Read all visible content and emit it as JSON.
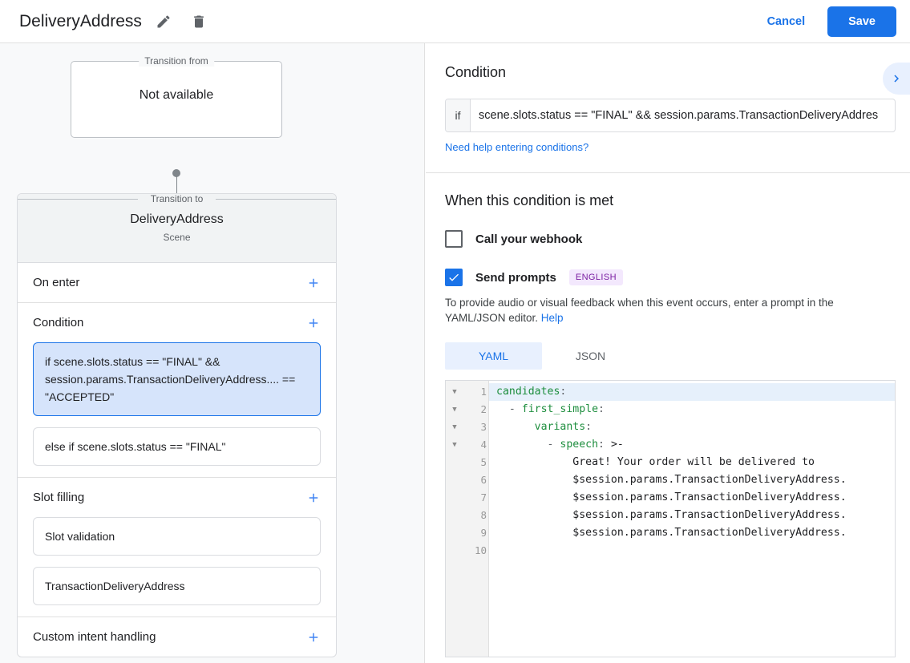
{
  "header": {
    "title": "DeliveryAddress",
    "edit_icon": "pencil-icon",
    "delete_icon": "trash-icon",
    "cancel_label": "Cancel",
    "save_label": "Save",
    "save_bg": "#1a73e8",
    "link_color": "#1a73e8"
  },
  "left": {
    "transition_from": {
      "legend": "Transition from",
      "value": "Not available"
    },
    "transition_to": {
      "legend": "Transition to",
      "name": "DeliveryAddress",
      "type": "Scene"
    },
    "sections": [
      {
        "title": "On enter",
        "add_label": "+",
        "items": []
      },
      {
        "title": "Condition",
        "add_label": "+",
        "items": [
          {
            "text": "if scene.slots.status == \"FINAL\" && session.params.TransactionDeliveryAddress.... == \"ACCEPTED\"",
            "selected": true
          },
          {
            "text": "else if scene.slots.status == \"FINAL\"",
            "selected": false
          }
        ]
      },
      {
        "title": "Slot filling",
        "add_label": "+",
        "items": [
          {
            "text": "Slot validation",
            "selected": false
          },
          {
            "text": "TransactionDeliveryAddress",
            "selected": false
          }
        ]
      },
      {
        "title": "Custom intent handling",
        "add_label": "+",
        "items": []
      }
    ]
  },
  "right": {
    "condition": {
      "heading": "Condition",
      "if_label": "if",
      "value": "scene.slots.status == \"FINAL\" && session.params.TransactionDeliveryAddres",
      "placeholder": "Enter condition",
      "help_link": "Need help entering conditions?",
      "expand_icon": "chevron-right-icon"
    },
    "when_met": {
      "heading": "When this condition is met",
      "webhook": {
        "label": "Call your webhook",
        "checked": false
      },
      "prompts": {
        "label": "Send prompts",
        "checked": true,
        "badge": "ENGLISH"
      },
      "description": "To provide audio or visual feedback when this event occurs, enter a prompt in the YAML/JSON editor. ",
      "help_label": "Help"
    },
    "editor": {
      "tabs": [
        {
          "label": "YAML",
          "active": true
        },
        {
          "label": "JSON",
          "active": false
        }
      ],
      "lines": [
        {
          "n": "1",
          "fold": true,
          "highlight": true,
          "indent": "",
          "key": "candidates",
          "colon": ":",
          "rest": ""
        },
        {
          "n": "2",
          "fold": true,
          "highlight": false,
          "indent": "  - ",
          "key": "first_simple",
          "colon": ":",
          "rest": ""
        },
        {
          "n": "3",
          "fold": true,
          "highlight": false,
          "indent": "      ",
          "key": "variants",
          "colon": ":",
          "rest": ""
        },
        {
          "n": "4",
          "fold": true,
          "highlight": false,
          "indent": "        - ",
          "key": "speech",
          "colon": ": ",
          "rest": ">-"
        },
        {
          "n": "5",
          "fold": false,
          "highlight": false,
          "indent": "            ",
          "key": "",
          "colon": "",
          "rest": "Great! Your order will be delivered to"
        },
        {
          "n": "6",
          "fold": false,
          "highlight": false,
          "indent": "            ",
          "key": "",
          "colon": "",
          "rest": "$session.params.TransactionDeliveryAddress."
        },
        {
          "n": "7",
          "fold": false,
          "highlight": false,
          "indent": "            ",
          "key": "",
          "colon": "",
          "rest": "$session.params.TransactionDeliveryAddress."
        },
        {
          "n": "8",
          "fold": false,
          "highlight": false,
          "indent": "            ",
          "key": "",
          "colon": "",
          "rest": "$session.params.TransactionDeliveryAddress."
        },
        {
          "n": "9",
          "fold": false,
          "highlight": false,
          "indent": "            ",
          "key": "",
          "colon": "",
          "rest": "$session.params.TransactionDeliveryAddress."
        },
        {
          "n": "10",
          "fold": false,
          "highlight": false,
          "indent": "",
          "key": "",
          "colon": "",
          "rest": ""
        }
      ]
    }
  }
}
